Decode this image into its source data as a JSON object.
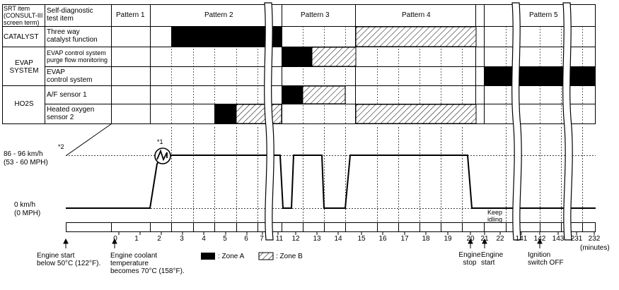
{
  "table": {
    "header_srt": "SRT item\n(CONSULT-III\nscreen term)",
    "header_test": "Self-diagnostic\ntest item",
    "patterns": [
      "Pattern 1",
      "Pattern 2",
      "Pattern 3",
      "Pattern 4",
      "Pattern 5"
    ],
    "groups": [
      "CATALYST",
      "EVAP\nSYSTEM",
      "HO2S"
    ],
    "rows": [
      "Three way\ncatalyst function",
      "EVAP control system\npurge flow monitoring",
      "EVAP\ncontrol system",
      "A/F sensor 1",
      "Heated oxygen\nsensor 2"
    ]
  },
  "speed_axis": {
    "high": "86 - 96 km/h",
    "high_mph": "(53 - 60 MPH)",
    "high_note": "*2",
    "low": "0 km/h",
    "low_mph": "(0 MPH)",
    "note1": "*1"
  },
  "keep_idling": "Keep\nidling",
  "time_ticks": [
    "0",
    "1",
    "2",
    "3",
    "4",
    "5",
    "6",
    "7",
    "11",
    "12",
    "13",
    "14",
    "15",
    "16",
    "17",
    "18",
    "19",
    "20",
    "21",
    "22",
    "141",
    "142",
    "143",
    "231",
    "232"
  ],
  "time_unit": "(minutes)",
  "events": {
    "engine_start_cold": "Engine start\nbelow 50°C (122°F).",
    "coolant": "Engine coolant\ntemperature\nbecomes 70°C (158°F).",
    "engine_stop": "Engine\nstop",
    "engine_start": "Engine\nstart",
    "ignition_off": "Ignition\nswitch OFF"
  },
  "legend": {
    "zone_a": ": Zone A",
    "zone_b": ": Zone B"
  }
}
